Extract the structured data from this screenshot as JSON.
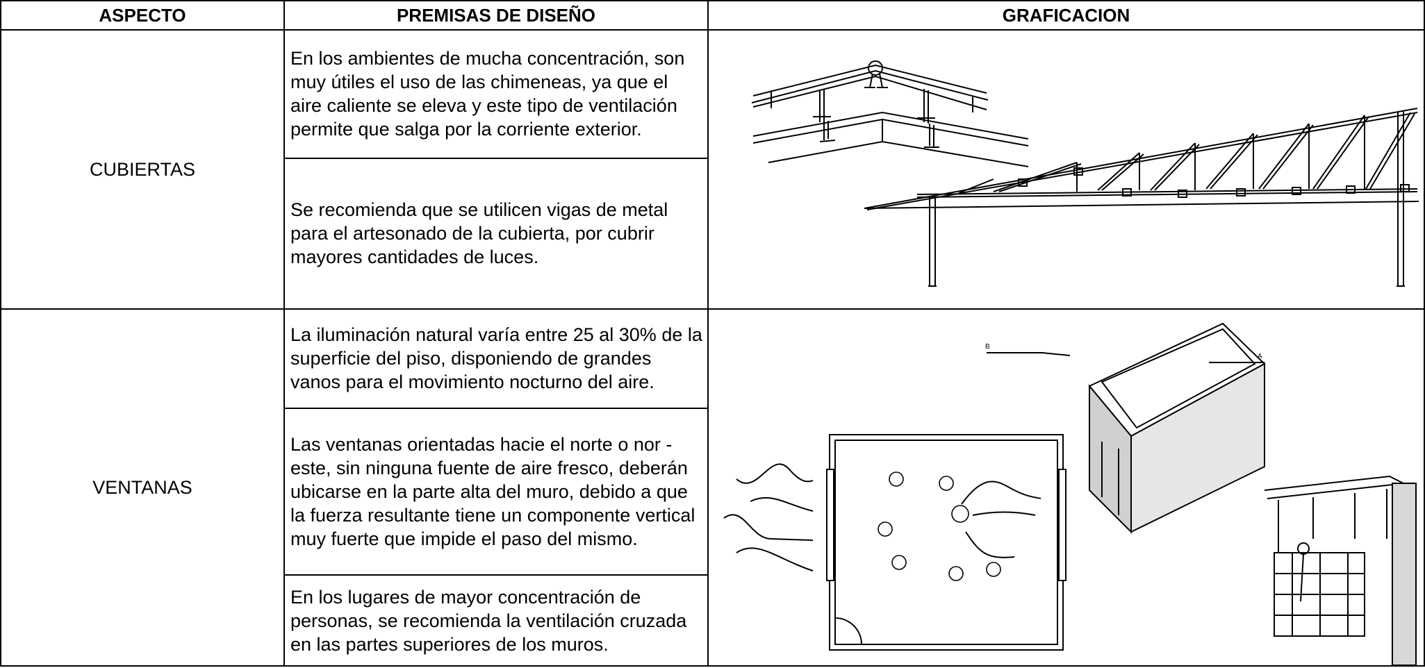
{
  "headers": {
    "aspect": "ASPECTO",
    "premises": "PREMISAS DE DISEÑO",
    "graphic": "GRAFICACION"
  },
  "rows": [
    {
      "aspect": "CUBIERTAS",
      "premises": [
        "En los ambientes de mucha concentración, son muy útiles el uso de las chimeneas, ya que el aire caliente se eleva y este tipo de ventilación permite que salga por la corriente exterior.",
        "Se recomienda que se utilicen vigas de metal para el artesonado de la cubierta, por cubrir mayores cantidades de luces."
      ],
      "graphic_icons": [
        "roof-ridge-chimney-icon",
        "metal-truss-icon"
      ]
    },
    {
      "aspect": "VENTANAS",
      "premises": [
        "La iluminación natural varía entre 25 al 30% de la superficie del piso, disponiendo de grandes vanos para el movimiento nocturno del aire.",
        "Las ventanas orientadas hacie el norte o nor - este, sin ninguna fuente de aire fresco, deberán ubicarse en la parte alta del muro, debido a que la fuerza resultante tiene un componente vertical muy fuerte que impide el paso del mismo.",
        "En los lugares de mayor concentración de personas, se recomienda la ventilación cruzada en las partes superiores de los muros."
      ],
      "graphic_icons": [
        "cross-ventilation-plan-icon",
        "isometric-room-icon",
        "window-counter-icon"
      ],
      "graphic_labels": {
        "a": "A",
        "b": "B"
      }
    }
  ]
}
